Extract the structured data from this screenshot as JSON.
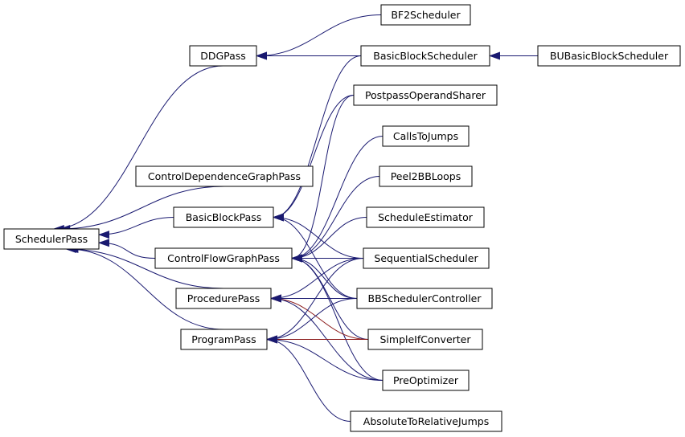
{
  "diagram": {
    "colors": {
      "inheritance": "#191970",
      "protected": "#8b1a1a",
      "node_border": "#000000",
      "background": "#ffffff"
    },
    "nodes": {
      "SchedulerPass": "SchedulerPass",
      "DDGPass": "DDGPass",
      "ControlDependenceGraphPass": "ControlDependenceGraphPass",
      "BasicBlockPass": "BasicBlockPass",
      "ControlFlowGraphPass": "ControlFlowGraphPass",
      "ProcedurePass": "ProcedurePass",
      "ProgramPass": "ProgramPass",
      "BF2Scheduler": "BF2Scheduler",
      "BasicBlockScheduler": "BasicBlockScheduler",
      "BUBasicBlockScheduler": "BUBasicBlockScheduler",
      "PostpassOperandSharer": "PostpassOperandSharer",
      "CallsToJumps": "CallsToJumps",
      "Peel2BBLoops": "Peel2BBLoops",
      "ScheduleEstimator": "ScheduleEstimator",
      "SequentialScheduler": "SequentialScheduler",
      "BBSchedulerController": "BBSchedulerController",
      "SimpleIfConverter": "SimpleIfConverter",
      "PreOptimizer": "PreOptimizer",
      "AbsoluteToRelativeJumps": "AbsoluteToRelativeJumps"
    },
    "edges": [
      {
        "from": "DDGPass",
        "to": "SchedulerPass",
        "kind": "inheritance"
      },
      {
        "from": "ControlDependenceGraphPass",
        "to": "SchedulerPass",
        "kind": "inheritance"
      },
      {
        "from": "BasicBlockPass",
        "to": "SchedulerPass",
        "kind": "inheritance"
      },
      {
        "from": "ControlFlowGraphPass",
        "to": "SchedulerPass",
        "kind": "inheritance"
      },
      {
        "from": "ProcedurePass",
        "to": "SchedulerPass",
        "kind": "inheritance"
      },
      {
        "from": "ProgramPass",
        "to": "SchedulerPass",
        "kind": "inheritance"
      },
      {
        "from": "BF2Scheduler",
        "to": "DDGPass",
        "kind": "inheritance"
      },
      {
        "from": "BasicBlockScheduler",
        "to": "DDGPass",
        "kind": "inheritance"
      },
      {
        "from": "BUBasicBlockScheduler",
        "to": "BasicBlockScheduler",
        "kind": "inheritance"
      },
      {
        "from": "BasicBlockScheduler",
        "to": "BasicBlockPass",
        "kind": "inheritance"
      },
      {
        "from": "PostpassOperandSharer",
        "to": "BasicBlockPass",
        "kind": "inheritance"
      },
      {
        "from": "SequentialScheduler",
        "to": "BasicBlockPass",
        "kind": "inheritance"
      },
      {
        "from": "BBSchedulerController",
        "to": "BasicBlockPass",
        "kind": "inheritance"
      },
      {
        "from": "PostpassOperandSharer",
        "to": "ControlFlowGraphPass",
        "kind": "inheritance"
      },
      {
        "from": "CallsToJumps",
        "to": "ControlFlowGraphPass",
        "kind": "inheritance"
      },
      {
        "from": "Peel2BBLoops",
        "to": "ControlFlowGraphPass",
        "kind": "inheritance"
      },
      {
        "from": "ScheduleEstimator",
        "to": "ControlFlowGraphPass",
        "kind": "inheritance"
      },
      {
        "from": "SequentialScheduler",
        "to": "ControlFlowGraphPass",
        "kind": "inheritance"
      },
      {
        "from": "BBSchedulerController",
        "to": "ControlFlowGraphPass",
        "kind": "inheritance"
      },
      {
        "from": "SimpleIfConverter",
        "to": "ControlFlowGraphPass",
        "kind": "inheritance"
      },
      {
        "from": "PreOptimizer",
        "to": "ControlFlowGraphPass",
        "kind": "inheritance"
      },
      {
        "from": "SequentialScheduler",
        "to": "ProcedurePass",
        "kind": "inheritance"
      },
      {
        "from": "BBSchedulerController",
        "to": "ProcedurePass",
        "kind": "inheritance"
      },
      {
        "from": "SimpleIfConverter",
        "to": "ProcedurePass",
        "kind": "protected"
      },
      {
        "from": "PreOptimizer",
        "to": "ProcedurePass",
        "kind": "inheritance"
      },
      {
        "from": "SequentialScheduler",
        "to": "ProgramPass",
        "kind": "inheritance"
      },
      {
        "from": "BBSchedulerController",
        "to": "ProgramPass",
        "kind": "inheritance"
      },
      {
        "from": "SimpleIfConverter",
        "to": "ProgramPass",
        "kind": "protected"
      },
      {
        "from": "PreOptimizer",
        "to": "ProgramPass",
        "kind": "inheritance"
      },
      {
        "from": "AbsoluteToRelativeJumps",
        "to": "ProgramPass",
        "kind": "inheritance"
      }
    ]
  }
}
